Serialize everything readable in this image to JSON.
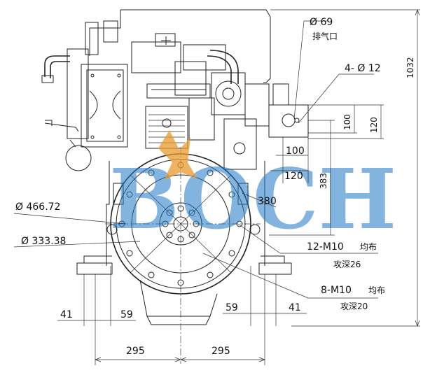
{
  "labels": {
    "exhaust_dia": "Ø 69",
    "exhaust_name": "排气口",
    "holes": "4- Ø 12",
    "dim_100_v": "100",
    "dim_120_v": "120",
    "dim_100_h": "100",
    "dim_120_h": "120",
    "dim_383": "383",
    "dim_1032": "1032",
    "dim_380": "380",
    "flywheel_outer": "Ø 466.72",
    "flywheel_inner": "Ø 333.38",
    "bolts_12": "12-M10",
    "bolts_12_note1": "均布",
    "bolts_12_note2": "攻深26",
    "bolts_8": "8-M10",
    "bolts_8_note1": "均布",
    "bolts_8_note2": "攻深20",
    "dim_41_left": "41",
    "dim_59_left": "59",
    "dim_59_right": "59",
    "dim_41_right": "41",
    "dim_295_left": "295",
    "dim_295_right": "295"
  },
  "watermark": {
    "text": "BOCH",
    "color": "#1f78c8",
    "logo_color": "#e89a2c"
  }
}
